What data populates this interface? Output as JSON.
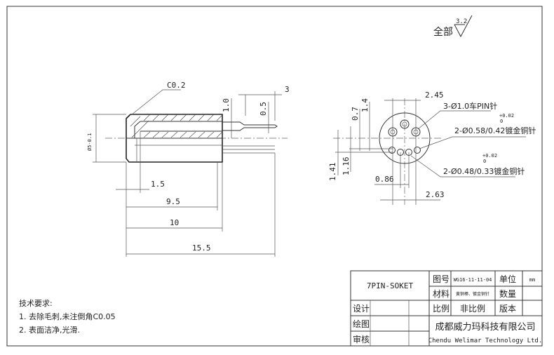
{
  "roughness": {
    "label": "全部",
    "value": "3.2"
  },
  "side_view": {
    "chamfer": "C0.2",
    "diameter": "Ø5-0.1",
    "dims": {
      "d1_5": "1.5",
      "d9_5": "9.5",
      "d10": "10",
      "d15_5": "15.5",
      "d1_0": "1.0",
      "d0_5": "0.5",
      "d3": "3"
    }
  },
  "end_view": {
    "dims": {
      "d2_45": "2.45",
      "d0_86": "0.86",
      "d2_63": "2.63",
      "d1_41": "1.41",
      "d1_16": "1.16",
      "d0_7": "0.7",
      "d1_4": "1.4"
    },
    "note_pin": "3-Ø1.0车PIN针",
    "tol1_upper": "+0.02",
    "tol1_lower": "0",
    "note_pin2": "2-Ø0.58/0.42镀金铜针",
    "tol2_upper": "+0.02",
    "tol2_lower": "0",
    "note_pin3": "2-Ø0.48/0.33镀金铜针"
  },
  "requirements": {
    "title": "技术要求:",
    "items": [
      "1. 去除毛刺,未注倒角C0.05",
      "2. 表面洁净,光滑."
    ]
  },
  "title_block": {
    "part_name": "7PIN-SOKET",
    "drawing_no_label": "图号",
    "drawing_no": "WG16-11-11-04",
    "unit_label": "单位",
    "unit": "mm",
    "material_label": "材料",
    "material": "黄铜棒、镀金铜针",
    "quantity_label": "数量",
    "scale_label": "比例",
    "scale": "非比例",
    "version_label": "版本",
    "design_label": "设计",
    "draw_label": "绘图",
    "review_label": "审核",
    "company_cn": "成都威力玛科技有限公司",
    "company_en": "Chendu Welimar Technology Ltd."
  }
}
